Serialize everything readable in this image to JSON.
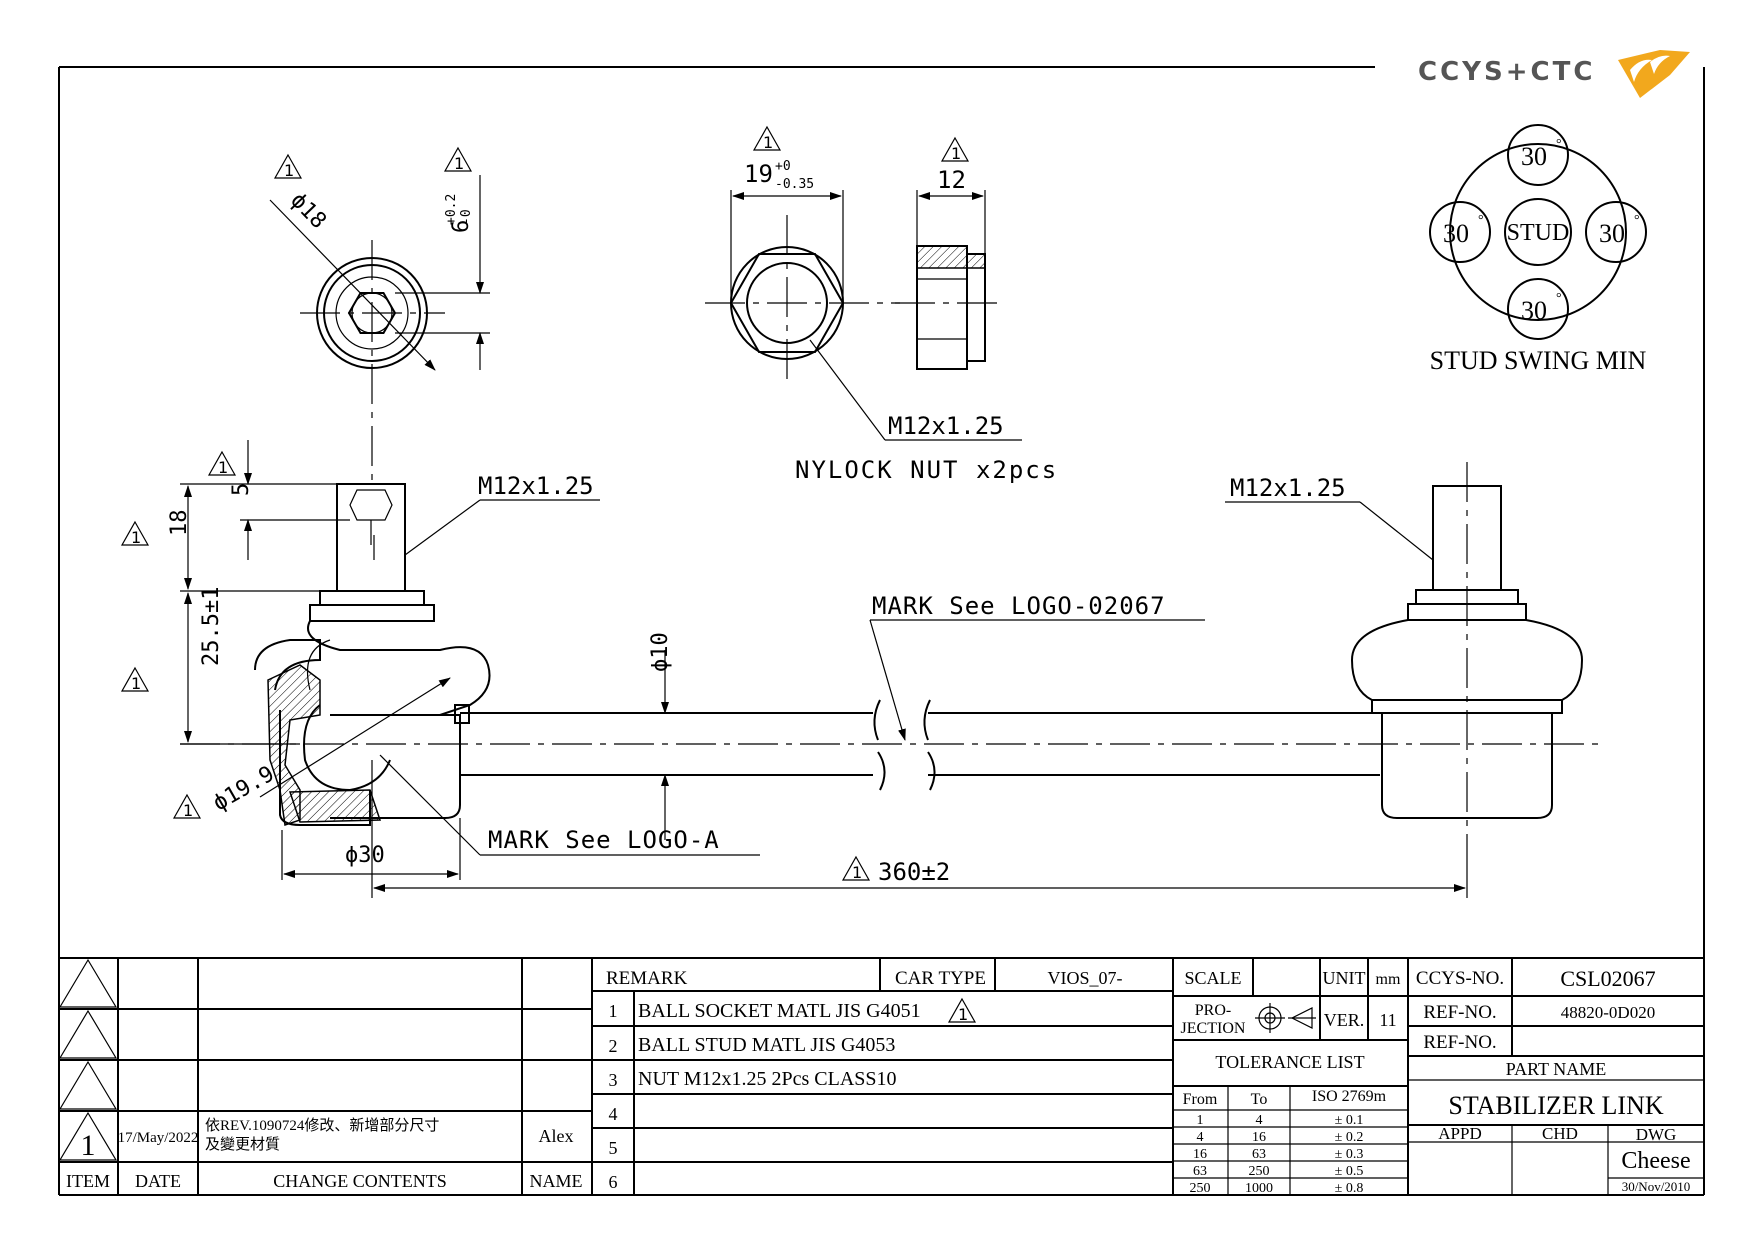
{
  "logo": {
    "text": "CCYS+CTC"
  },
  "dims": {
    "ball_dia": "ϕ18",
    "hex_depth": "6",
    "hex_depth_tol_top": "+0.2",
    "hex_depth_tol_bot": "-0",
    "nut_across": "19",
    "nut_across_tol_top": "+0",
    "nut_across_tol_bot": "-0.35",
    "nut_width": "12",
    "nut_thread": "M12x1.25",
    "nut_label": "NYLOCK NUT x2pcs",
    "thread_left": "M12x1.25",
    "thread_right": "M12x1.25",
    "mark_logo_02067": "MARK See LOGO-02067",
    "mark_logo_a": "MARK See LOGO-A",
    "stud_hex": "5",
    "stud_len": "18",
    "socket_height": "25.5±1",
    "rod_dia": "ϕ10",
    "ball_socket_dia": "ϕ19.9",
    "housing_dia": "ϕ30",
    "overall_length": "360±2",
    "rev_mark": "1"
  },
  "swing": {
    "center": "STUD",
    "top": "30",
    "left": "30",
    "right": "30",
    "bottom": "30",
    "degree": "°",
    "caption": "STUD SWING MIN"
  },
  "rev_table": {
    "rows": [
      {
        "item": "",
        "date": "",
        "change": "",
        "name": ""
      },
      {
        "item": "",
        "date": "",
        "change": "",
        "name": ""
      },
      {
        "item": "",
        "date": "",
        "change": "",
        "name": ""
      },
      {
        "item": "1",
        "date": "17/May/2022",
        "change_line1": "依REV.1090724修改、新增部分尺寸",
        "change_line2": "及變更材質",
        "name": "Alex"
      }
    ],
    "headers": {
      "item": "ITEM",
      "date": "DATE",
      "change": "CHANGE CONTENTS",
      "name": "NAME"
    }
  },
  "remark": {
    "label": "REMARK",
    "car_type_label": "CAR TYPE",
    "car_type": "VIOS_07-",
    "items": [
      {
        "no": "1",
        "text": "BALL SOCKET MATL JIS G4051"
      },
      {
        "no": "2",
        "text": "BALL STUD MATL JIS G4053"
      },
      {
        "no": "3",
        "text": "NUT M12x1.25 2Pcs CLASS10"
      },
      {
        "no": "4",
        "text": ""
      },
      {
        "no": "5",
        "text": ""
      },
      {
        "no": "6",
        "text": ""
      }
    ]
  },
  "scale_block": {
    "scale_label": "SCALE",
    "unit_label": "UNIT",
    "unit": "mm",
    "projection_l1": "PRO-",
    "projection_l2": "JECTION",
    "ver_label": "VER.",
    "ver": "11",
    "tolerance_label": "TOLERANCE LIST",
    "tol_headers": {
      "from": "From",
      "to": "To",
      "iso": "ISO 2769m"
    },
    "tol_rows": [
      {
        "from": "1",
        "to": "4",
        "tol": "± 0.1"
      },
      {
        "from": "4",
        "to": "16",
        "tol": "± 0.2"
      },
      {
        "from": "16",
        "to": "63",
        "tol": "± 0.3"
      },
      {
        "from": "63",
        "to": "250",
        "tol": "± 0.5"
      },
      {
        "from": "250",
        "to": "1000",
        "tol": "± 0.8"
      }
    ]
  },
  "title_block": {
    "ccys_label": "CCYS-NO.",
    "ccys_no": "CSL02067",
    "ref_label": "REF-NO.",
    "ref_no": "48820-0D020",
    "ref_label2": "REF-NO.",
    "ref_no2": "",
    "part_name_label": "PART NAME",
    "part_name": "STABILIZER LINK",
    "appd": "APPD",
    "chd": "CHD",
    "dwg": "DWG",
    "dwg_name": "Cheese",
    "dwg_date": "30/Nov/2010"
  }
}
